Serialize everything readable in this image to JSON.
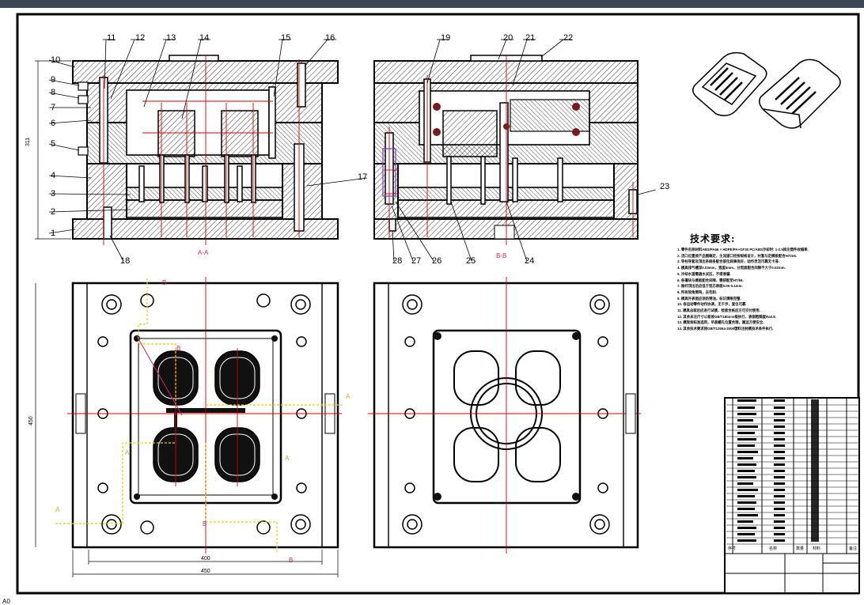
{
  "drawing": {
    "sheet_size": "A0",
    "section_labels": [
      "A-A",
      "B-B"
    ],
    "part_numbers_left": [
      "1",
      "2",
      "3",
      "4",
      "5",
      "6",
      "7",
      "8",
      "9",
      "10",
      "11",
      "12",
      "13",
      "14",
      "15",
      "16",
      "17",
      "18"
    ],
    "part_numbers_right": [
      "19",
      "20",
      "21",
      "22",
      "23",
      "24",
      "25",
      "26",
      "27",
      "28"
    ],
    "dimensions": {
      "height_front": "311",
      "height_plan": "450",
      "width_inner": "400",
      "width_outer": "450"
    },
    "cut_markers": [
      "A",
      "A",
      "A",
      "A",
      "B",
      "B",
      "B",
      "B"
    ]
  },
  "notes": {
    "title": "技术要求:",
    "items": [
      "1. 零件名称材料ABS/PA66 + HDPE/PA+GF30 PC/ABS冷却时: 1-2.5按注塑件收缩率.",
      "2. 浇口位置按产品图确定，主流道口径按规格设计，衬套与定模板配合H7/m6.",
      "3. 导柱导套及顶出系统各配合部位润滑良好，动作灵活可靠无卡滞.",
      "4. 模具排气槽深0.03mm，宽度5mm，分型面配合间隙不大于0.02mm.",
      "5. 冷却水道需通水试压，不得渗漏.",
      "6. 各镶块与模板配合间隙，需研配至H7/k6.",
      "7. 推杆顶出后应低于型芯表面0.05-0.1mm.",
      "8. 所有锐角倒钝，去毛刺.",
      "9. 模具外表面应涂防锈油，标识清晰完整.",
      "10. 各运动零件动作协调，无干涉，复位可靠.",
      "11. 模具总装后应进行试模，检验合格后方可交付使用.",
      "12. 其余未注尺寸公差按GB/T1804-m级执行，表面粗糙度Ra0.8.",
      "13. 模架按标准选用，吊装螺孔位置合理，搬运方便安全.",
      "14. 其余技术要求按GB/T12554-2006塑料注射模技术条件执行."
    ]
  },
  "title_block": {
    "col_headers": [
      "序号",
      "名称",
      "数量",
      "材料",
      "备注"
    ]
  }
}
